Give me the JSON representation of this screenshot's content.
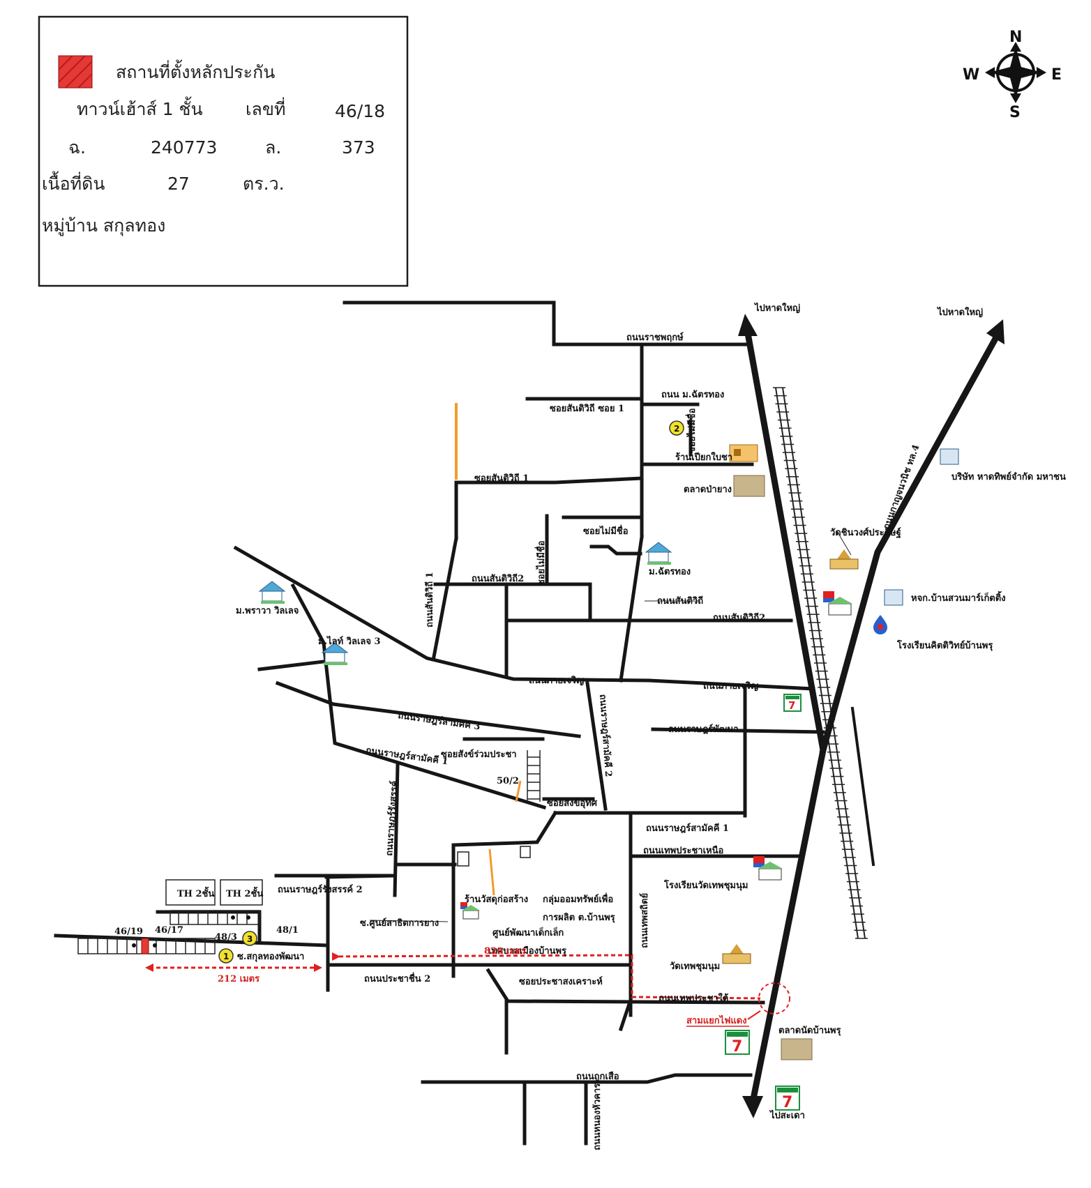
{
  "legend": {
    "title": "สถานที่ตั้งหลักประกัน",
    "swatch_color": "#e53935",
    "row1": {
      "type_label": "ทาวน์เฮ้าส์ 1 ชั้น",
      "no_label": "เลขที่",
      "no_value": "46/18"
    },
    "row2": {
      "deed_label": "ฉ.",
      "deed_value": "240773",
      "land_label": "ล.",
      "land_value": "373"
    },
    "row3": {
      "area_label": "เนื้อที่ดิน",
      "area_value": "27",
      "area_unit": "ตร.ว."
    },
    "row4": {
      "village": "หมู่บ้าน สกุลทอง"
    }
  },
  "compass": {
    "n": "N",
    "s": "S",
    "e": "E",
    "w": "W"
  },
  "map_labels": {
    "to_hatyai_1": "ไปหาดใหญ่",
    "to_hatyai_2": "ไปหาดใหญ่",
    "to_sadao": "ไปสะเดา",
    "rd_ratchaphruek": "ถนนราชพฤกษ์",
    "rd_m_chattong": "ถนน ม.ฉัตรทอง",
    "soi_santiwithi_1a": "ซอยสันติวิถี ซอย 1",
    "soi_maimichue_v": "ซอยไม่มีชื่อ",
    "shop_piakpaisha": "ร้านเปียกใบชา",
    "market_pabang": "ตลาดป่ายาง",
    "soi_santiwithi_1b": "ซอยสันติวิถี 1",
    "soi_maimichue_h": "ซอยไม่มีชื่อ",
    "soi_maimichue_v2": "ซอยไม่มีชื่อ",
    "m_chattong": "ม.ฉัตรทอง",
    "rd_santiwithi_2a": "ถนนสันติวิถี2",
    "rd_santiwithi_v": "ถนนสันติวิถี 1",
    "rd_santiwithi": "ถนนสันติวิถี",
    "rd_santiwithi_2b": "ถนนสันติวิถี2",
    "rd_kanchanawanit": "ถนนกาญจนวนิช ทล.4",
    "company_hatthip": "บริษัท หาดทิพย์จำกัด มหาชน",
    "wat_chinawong": "วัดชินวงศ์ประดิษฐ์",
    "hq_banmet": "หจก.บ้านสวนมาร์เก็ตติ้ง",
    "school_kittiwit": "โรงเรียนคิตติวิทย์บ้านพรุ",
    "m_phrawa": "ม.พราวา วิลเลจ",
    "m_lightvillage": "ม.ไลท์ วิลเลจ 3",
    "rd_phayacharoen_a": "ถนนภายเจริญ",
    "rd_phayacharoen_b": "ถนนภายเจริญ",
    "rd_rasadsamakkhi3": "ถนนราษฎร์สามัคคี 3",
    "rd_rasadsamakkhi2": "ถนนราษฎร์สามัคคี 2",
    "rd_rasadphatthana": "ถนนราษฎร์พัฒนา",
    "soi_sangruam": "ซอยสังข์ร่วมประชา",
    "rd_rasadsamakkhi1a": "ถนนราษฎร์สามัคคี 1",
    "addr_50_2": "50/2",
    "soi_sangutit": "ซอยสังข์อุทิศ",
    "rd_rasadsamakkhi1b": "ถนนราษฎร์สามัคคี 1",
    "rd_rasadrangsan": "ถนนราษฎร์รังสรรค์",
    "rd_thepprachanuea": "ถนนเทพประชาเหนือ",
    "rd_rasadrangsan2": "ถนนราษฎร์รังสรรค์ 2",
    "shop_wassadu": "ร้านวัสดุก่อสร้าง",
    "group_saving": "กลุ่มออมทรัพย์เพื่อ",
    "group_saving2": "การผลิต ต.บ้านพรุ",
    "school_watthep": "โรงเรียนวัดเทพชุมนุม",
    "soi_soonsathit": "ซ.ศูนย์สาธิตการยาง",
    "childcare": "ศูนย์พัฒนาเด็กเล็ก",
    "childcare2": "เทศบาลเมืองบ้านพรุ",
    "rd_thepsathit": "ถนนเทพสถิตย์",
    "wat_thepchumnum": "วัดเทพชุมนุม",
    "th2_a": "TH 2ชั้น",
    "th2_b": "TH 2ชั้น",
    "addr_46_19": "46/19",
    "addr_46_17": "46/17",
    "addr_48_3": "48/3",
    "addr_48_1": "48/1",
    "soi_sakulthong": "ซ.สกุลทองพัฒนา",
    "dist_820": "820 เมตร",
    "dist_212": "212 เมตร",
    "rd_prachachuen2": "ถนนประชาชื่น 2",
    "soi_prachasongkhro": "ซอยประชาสงเคราะห์",
    "rd_thepprachatai": "ถนนเทพประชาใต้",
    "junction_redlight": "สามแยกไฟแดง",
    "market_banphru": "ตลาดนัดบ้านพรุ",
    "rd_kukesuea": "ถนนถูกเสือ",
    "rd_nonghuakan": "ถนนหนองหัวคาร",
    "badge_1": "1",
    "badge_2": "2",
    "badge_3": "3"
  },
  "colors": {
    "road": "#161616",
    "route": "#e02020",
    "marker": "#f2e22a",
    "orange_road": "#f39a2c",
    "seven_green": "#1a8f3c",
    "seven_red": "#e02020"
  }
}
